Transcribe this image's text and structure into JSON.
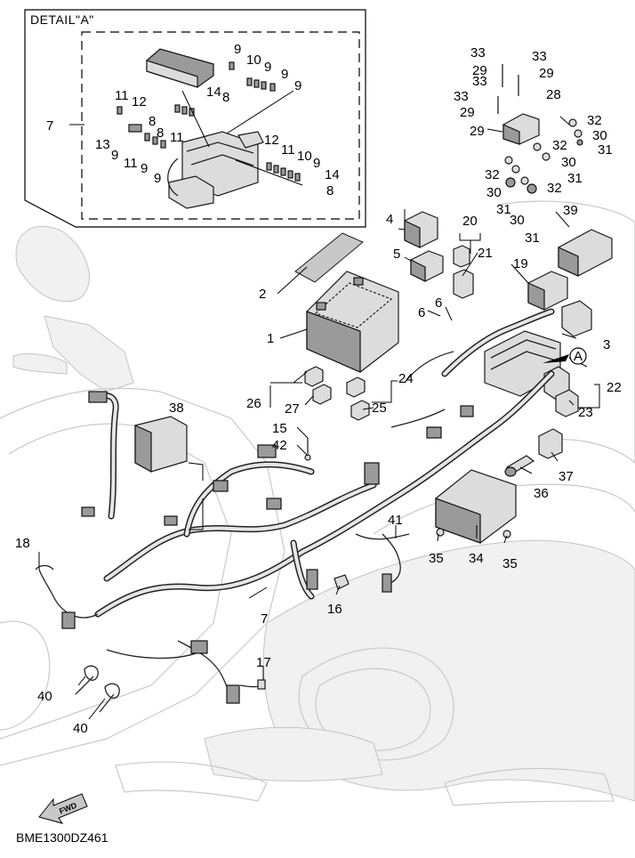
{
  "detail_title": "DETAIL\"A\"",
  "figure_code": "BME1300DZ461",
  "fwd_label": "FWD",
  "callouts": {
    "c1": "1",
    "c2": "2",
    "c3": "3",
    "c4": "4",
    "c5": "5",
    "c6a": "6",
    "c6b": "6",
    "c7a": "7",
    "c7b": "7",
    "c8a": "8",
    "c8b": "8",
    "c8c": "8",
    "c9a": "9",
    "c9b": "9",
    "c9c": "9",
    "c9d": "9",
    "c9e": "9",
    "c9f": "9",
    "c9g": "9",
    "c9h": "9",
    "c10a": "10",
    "c10b": "10",
    "c11a": "11",
    "c11b": "11",
    "c11c": "11",
    "c11d": "11",
    "c12a": "12",
    "c12b": "12",
    "c13": "13",
    "c14a": "14",
    "c14b": "14",
    "c15": "15",
    "c16": "16",
    "c17": "17",
    "c18": "18",
    "c19": "19",
    "c20": "20",
    "c21": "21",
    "c22": "22",
    "c23": "23",
    "c24": "24",
    "c25": "25",
    "c26": "26",
    "c27": "27",
    "c28": "28",
    "c29a": "29",
    "c29b": "29",
    "c29c": "29",
    "c29d": "29",
    "c30a": "30",
    "c30b": "30",
    "c30c": "30",
    "c30d": "30",
    "c31a": "31",
    "c31b": "31",
    "c31c": "31",
    "c31d": "31",
    "c32a": "32",
    "c32b": "32",
    "c32c": "32",
    "c32d": "32",
    "c33a": "33",
    "c33b": "33",
    "c33c": "33",
    "c33d": "33",
    "c34": "34",
    "c35a": "35",
    "c35b": "35",
    "c36": "36",
    "c37": "37",
    "c38": "38",
    "c39": "39",
    "c40a": "40",
    "c40b": "40",
    "c41": "41",
    "c42": "42",
    "cA": "A"
  }
}
